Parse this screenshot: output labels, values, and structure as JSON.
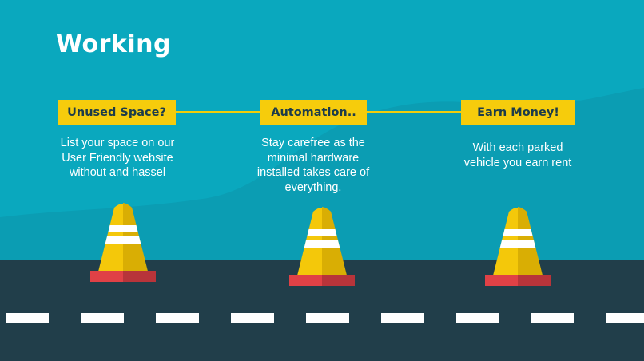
{
  "slide": {
    "title": "Working"
  },
  "steps": [
    {
      "label": "Unused Space?",
      "description_lines": [
        "List your space on our",
        "User Friendly website",
        "without and hassel"
      ]
    },
    {
      "label": "Automation..",
      "description_lines": [
        "Stay carefree as the",
        "minimal hardware",
        "installed takes care of",
        "everything."
      ]
    },
    {
      "label": "Earn Money!",
      "description_lines": [
        "With each parked",
        "vehicle you earn rent"
      ]
    }
  ],
  "colors": {
    "background": "#0aa8be",
    "wave": "#0b9db3",
    "road": "#213e4a",
    "lane_marking": "#ffffff",
    "label_fill": "#f6cc0c",
    "label_text": "#1d3c4a",
    "cone_yellow": "#f4c80a",
    "cone_shade": "#d9ae04",
    "cone_base": "#e04146",
    "cone_base_shade": "#b8343a"
  }
}
